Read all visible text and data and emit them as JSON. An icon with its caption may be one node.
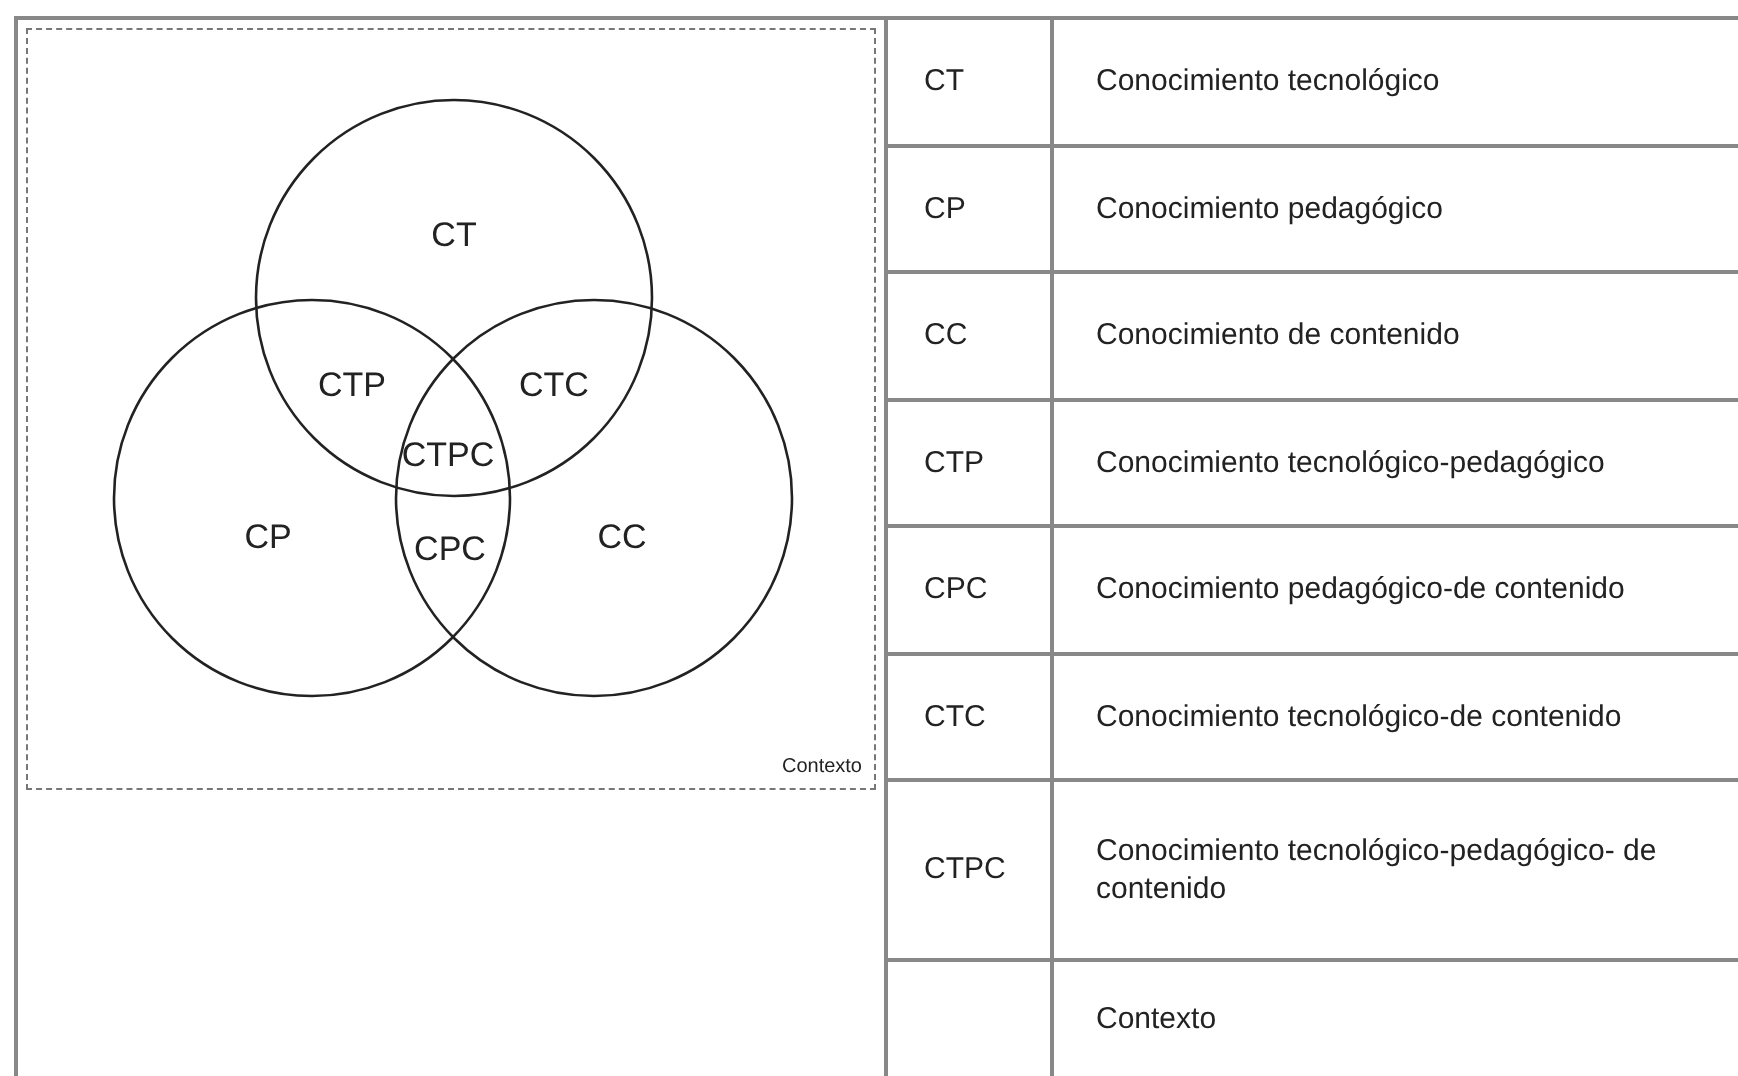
{
  "diagram": {
    "nodes": [
      {
        "text": [
          "Contexto"
        ]
      },
      {
        "text": [
          "CT"
        ],
        "in": 0
      },
      {
        "text": [
          "CP"
        ],
        "in": 0
      },
      {
        "text": [
          "CC"
        ],
        "in": 0
      }
    ],
    "labels": [
      "CTP",
      "CTC",
      "CTPC",
      "CPC",
      "CT",
      "Conocimiento tecnológico",
      "CP",
      "Conocimiento pedagógico",
      "CC",
      "Conocimiento de contenido",
      "CTP",
      "Conocimiento tecnológico-pedagógico",
      "CPC",
      "Conocimiento pedagógico-de contenido",
      "CTC",
      "Conocimiento tecnológico-de contenido",
      "CTPC",
      "Conocimiento tecnológico-pedagógico- de contenido",
      "Contexto"
    ]
  }
}
